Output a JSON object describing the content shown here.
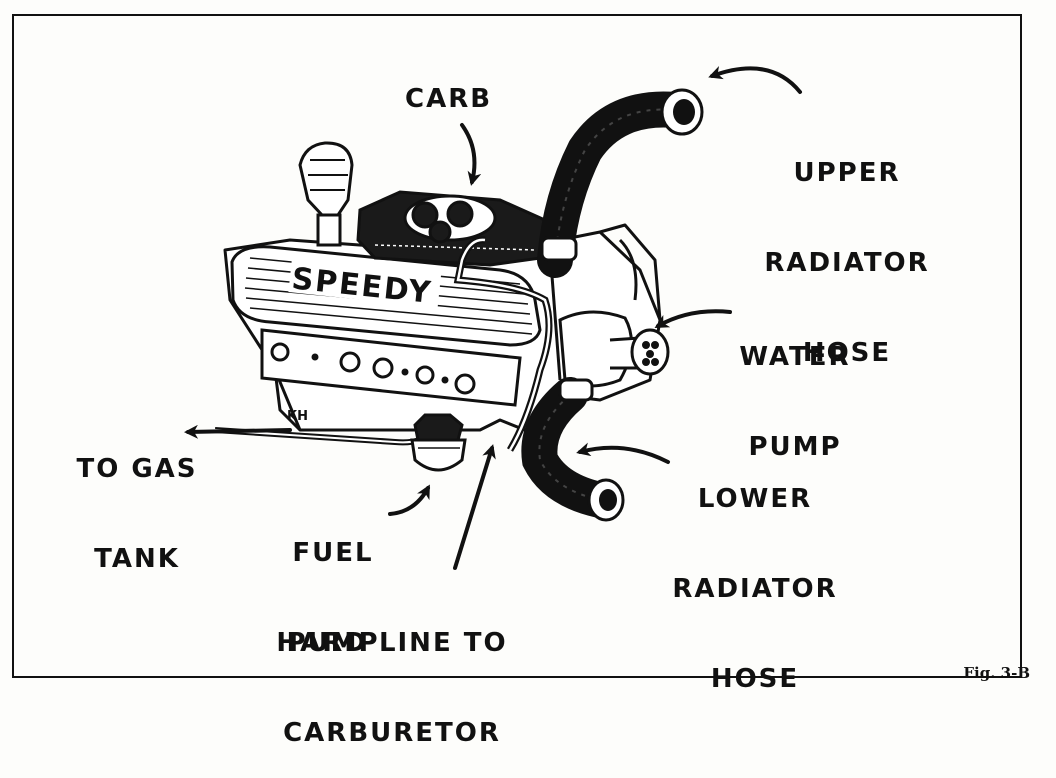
{
  "labels": {
    "carb": "CARB",
    "upper_radiator_hose": [
      "UPPER",
      "RADIATOR",
      "HOSE"
    ],
    "water_pump": [
      "WATER",
      "PUMP"
    ],
    "to_gas_tank": [
      "TO GAS",
      "TANK"
    ],
    "lower_radiator_hose": [
      "LOWER",
      "RADIATOR",
      "HOSE"
    ],
    "fuel_pump": [
      "FUEL",
      "PUMP"
    ],
    "hard_line": [
      "HARD LINE TO",
      "CARBURETOR"
    ]
  },
  "engine": {
    "valve_cover_text": "SPEEDY",
    "initials": "KH"
  },
  "figure_number": "Fig. 3-B",
  "colors": {
    "ink": "#111111",
    "paper": "#fdfdfb"
  }
}
